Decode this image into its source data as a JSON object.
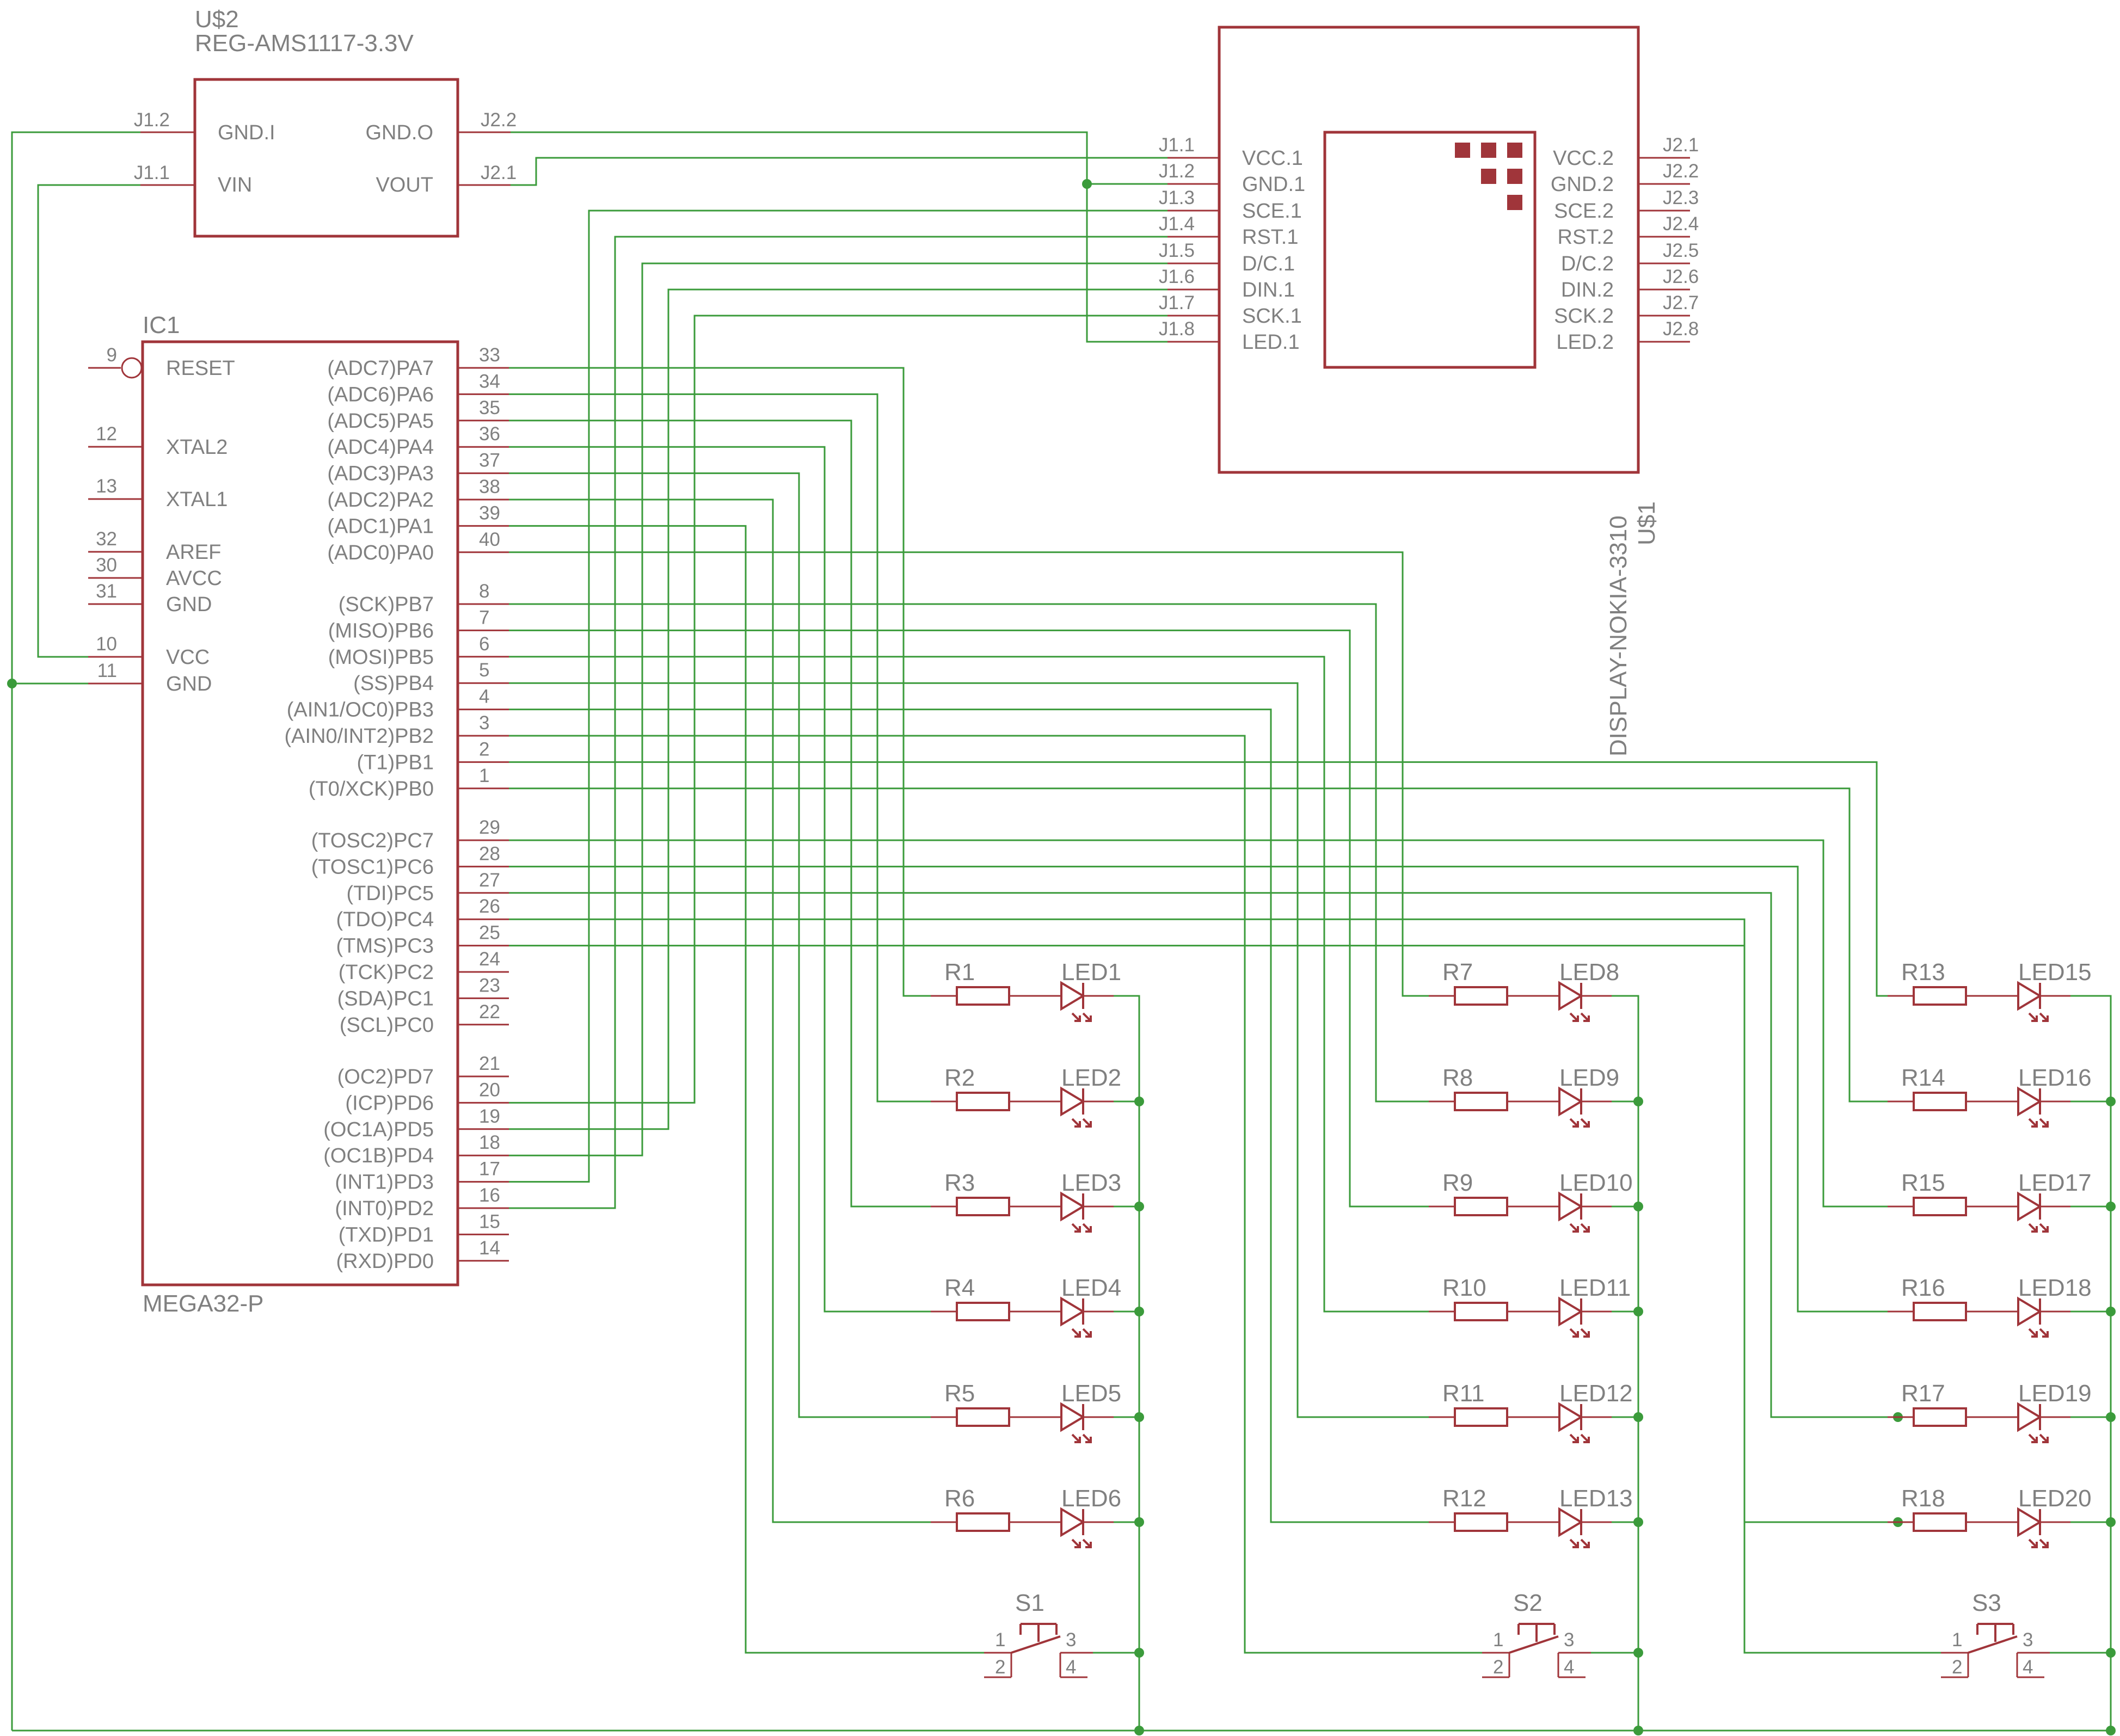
{
  "regulator": {
    "ref": "U$2",
    "value": "REG-AMS1117-3.3V",
    "pins": {
      "gndi": "GND.I",
      "vin": "VIN",
      "gndo": "GND.O",
      "vout": "VOUT"
    },
    "nets": {
      "gndi": "J1.2",
      "vin": "J1.1",
      "gndo": "J2.2",
      "vout": "J2.1"
    }
  },
  "mcu": {
    "ref": "IC1",
    "value": "MEGA32-P",
    "left_pins": [
      {
        "num": "9",
        "name": "RESET"
      },
      {
        "num": "12",
        "name": "XTAL2"
      },
      {
        "num": "13",
        "name": "XTAL1"
      },
      {
        "num": "32",
        "name": "AREF"
      },
      {
        "num": "30",
        "name": "AVCC"
      },
      {
        "num": "31",
        "name": "GND"
      },
      {
        "num": "10",
        "name": "VCC"
      },
      {
        "num": "11",
        "name": "GND"
      }
    ],
    "right_pins": [
      {
        "num": "33",
        "name": "(ADC7)PA7"
      },
      {
        "num": "34",
        "name": "(ADC6)PA6"
      },
      {
        "num": "35",
        "name": "(ADC5)PA5"
      },
      {
        "num": "36",
        "name": "(ADC4)PA4"
      },
      {
        "num": "37",
        "name": "(ADC3)PA3"
      },
      {
        "num": "38",
        "name": "(ADC2)PA2"
      },
      {
        "num": "39",
        "name": "(ADC1)PA1"
      },
      {
        "num": "40",
        "name": "(ADC0)PA0"
      },
      {
        "num": "8",
        "name": "(SCK)PB7"
      },
      {
        "num": "7",
        "name": "(MISO)PB6"
      },
      {
        "num": "6",
        "name": "(MOSI)PB5"
      },
      {
        "num": "5",
        "name": "(SS)PB4"
      },
      {
        "num": "4",
        "name": "(AIN1/OC0)PB3"
      },
      {
        "num": "3",
        "name": "(AIN0/INT2)PB2"
      },
      {
        "num": "2",
        "name": "(T1)PB1"
      },
      {
        "num": "1",
        "name": "(T0/XCK)PB0"
      },
      {
        "num": "29",
        "name": "(TOSC2)PC7"
      },
      {
        "num": "28",
        "name": "(TOSC1)PC6"
      },
      {
        "num": "27",
        "name": "(TDI)PC5"
      },
      {
        "num": "26",
        "name": "(TDO)PC4"
      },
      {
        "num": "25",
        "name": "(TMS)PC3"
      },
      {
        "num": "24",
        "name": "(TCK)PC2"
      },
      {
        "num": "23",
        "name": "(SDA)PC1"
      },
      {
        "num": "22",
        "name": "(SCL)PC0"
      },
      {
        "num": "21",
        "name": "(OC2)PD7"
      },
      {
        "num": "20",
        "name": "(ICP)PD6"
      },
      {
        "num": "19",
        "name": "(OC1A)PD5"
      },
      {
        "num": "18",
        "name": "(OC1B)PD4"
      },
      {
        "num": "17",
        "name": "(INT1)PD3"
      },
      {
        "num": "16",
        "name": "(INT0)PD2"
      },
      {
        "num": "15",
        "name": "(TXD)PD1"
      },
      {
        "num": "14",
        "name": "(RXD)PD0"
      }
    ]
  },
  "display": {
    "ref": "U$1",
    "value": "DISPLAY-NOKIA-3310",
    "left_pins": [
      {
        "net": "J1.1",
        "name": "VCC.1"
      },
      {
        "net": "J1.2",
        "name": "GND.1"
      },
      {
        "net": "J1.3",
        "name": "SCE.1"
      },
      {
        "net": "J1.4",
        "name": "RST.1"
      },
      {
        "net": "J1.5",
        "name": "D/C.1"
      },
      {
        "net": "J1.6",
        "name": "DIN.1"
      },
      {
        "net": "J1.7",
        "name": "SCK.1"
      },
      {
        "net": "J1.8",
        "name": "LED.1"
      }
    ],
    "right_pins": [
      {
        "net": "J2.1",
        "name": "VCC.2"
      },
      {
        "net": "J2.2",
        "name": "GND.2"
      },
      {
        "net": "J2.3",
        "name": "SCE.2"
      },
      {
        "net": "J2.4",
        "name": "RST.2"
      },
      {
        "net": "J2.5",
        "name": "D/C.2"
      },
      {
        "net": "J2.6",
        "name": "DIN.2"
      },
      {
        "net": "J2.7",
        "name": "SCK.2"
      },
      {
        "net": "J2.8",
        "name": "LED.2"
      }
    ]
  },
  "led_columns": [
    {
      "resistors": [
        "R1",
        "R2",
        "R3",
        "R4",
        "R5",
        "R6"
      ],
      "leds": [
        "LED1",
        "LED2",
        "LED3",
        "LED4",
        "LED5",
        "LED6"
      ],
      "switch": "S1"
    },
    {
      "resistors": [
        "R7",
        "R8",
        "R9",
        "R10",
        "R11",
        "R12"
      ],
      "leds": [
        "LED8",
        "LED9",
        "LED10",
        "LED11",
        "LED12",
        "LED13"
      ],
      "switch": "S2"
    },
    {
      "resistors": [
        "R13",
        "R14",
        "R15",
        "R16",
        "R17",
        "R18"
      ],
      "leds": [
        "LED15",
        "LED16",
        "LED17",
        "LED18",
        "LED19",
        "LED20"
      ],
      "switch": "S3"
    }
  ],
  "switch_pins": [
    "1",
    "2",
    "3",
    "4"
  ],
  "colors": {
    "symbol": "#a0353a",
    "wire": "#3b9b3b",
    "text": "#808080"
  }
}
